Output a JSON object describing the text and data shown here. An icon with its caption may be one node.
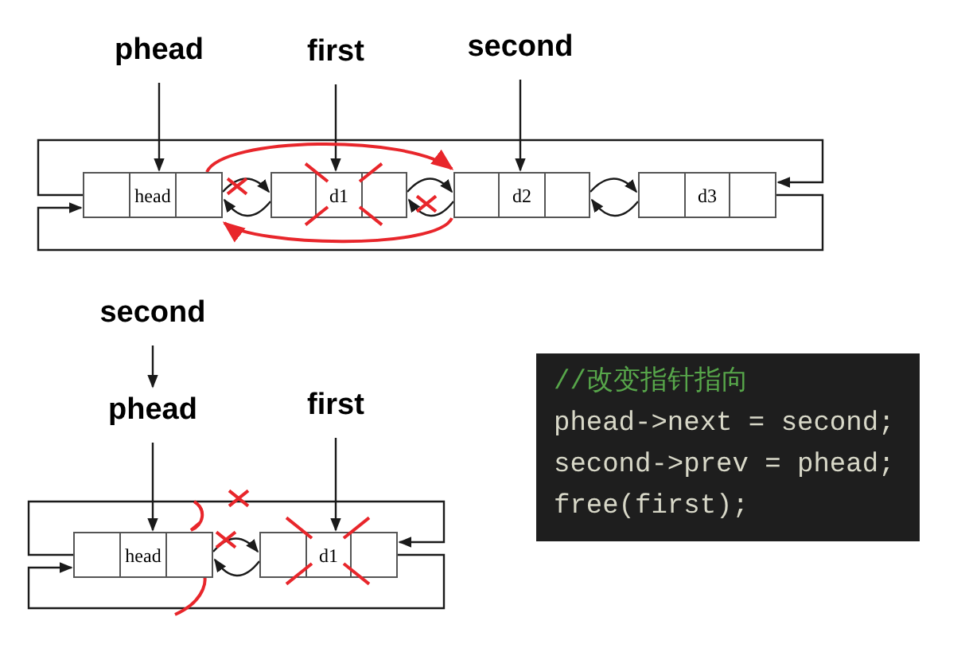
{
  "diagram": {
    "nodes": [
      {
        "text": [
          "phead"
        ]
      },
      {
        "text": [
          "first"
        ]
      },
      {
        "text": [
          "second"
        ]
      },
      {
        "text": [
          "head"
        ]
      },
      {
        "text": [
          "d1"
        ]
      },
      {
        "text": [
          "d2"
        ]
      },
      {
        "text": [
          "d3"
        ]
      },
      {
        "text": [
          "second"
        ]
      },
      {
        "text": [
          "phead"
        ]
      },
      {
        "text": [
          "first"
        ]
      },
      {
        "text": [
          "head"
        ]
      },
      {
        "text": [
          "d1"
        ]
      },
      {
        "text": [
          "//改变指针指向",
          "phead->next = second;",
          "second->prev = phead;",
          "free(first);"
        ]
      }
    ],
    "edges": [
      {
        "from": 0,
        "to": 3,
        "arrow": "to"
      },
      {
        "from": 1,
        "to": 4,
        "arrow": "to"
      },
      {
        "from": 2,
        "to": 5,
        "arrow": "to"
      },
      {
        "from": 3,
        "to": 4,
        "arrow": "to"
      },
      {
        "from": 4,
        "to": 3,
        "arrow": "to"
      },
      {
        "from": 4,
        "to": 5,
        "arrow": "to"
      },
      {
        "from": 5,
        "to": 4,
        "arrow": "to"
      },
      {
        "from": 5,
        "to": 6,
        "arrow": "to"
      },
      {
        "from": 6,
        "to": 5,
        "arrow": "to"
      },
      {
        "from": 6,
        "to": 3,
        "arrow": "to"
      },
      {
        "from": 3,
        "to": 6,
        "arrow": "to"
      },
      {
        "from": 3,
        "to": 5,
        "arrow": "to",
        "color": "#e8262b"
      },
      {
        "from": 5,
        "to": 3,
        "arrow": "to",
        "color": "#e8262b"
      },
      {
        "from": 7,
        "to": 8,
        "arrow": "to"
      },
      {
        "from": 8,
        "to": 10,
        "arrow": "to"
      },
      {
        "from": 9,
        "to": 11,
        "arrow": "to"
      },
      {
        "from": 10,
        "to": 11,
        "arrow": "to"
      },
      {
        "from": 11,
        "to": 10,
        "arrow": "to"
      },
      {
        "from": 11,
        "to": 10,
        "arrow": "to"
      },
      {
        "from": 10,
        "to": 11,
        "arrow": "to"
      }
    ]
  }
}
